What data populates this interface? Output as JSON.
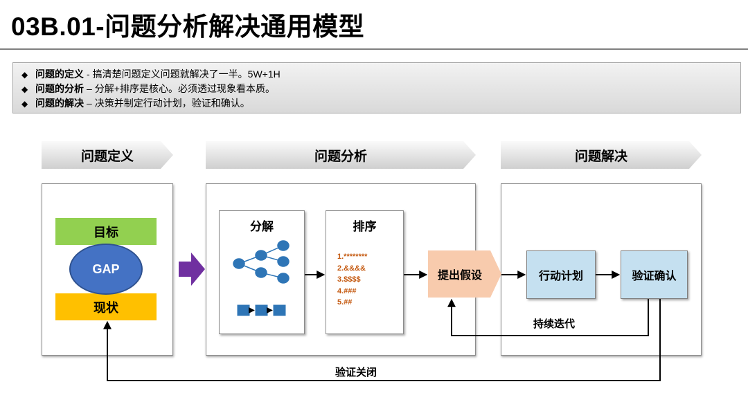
{
  "title": "03B.01-问题分析解决通用模型",
  "summary": [
    {
      "term": "问题的定义",
      "sep": "-",
      "text": "搞清楚问题定义问题就解决了一半。5W+1H"
    },
    {
      "term": "问题的分析",
      "sep": "–",
      "text": "分解+排序是核心。必须透过现象看本质。"
    },
    {
      "term": "问题的解决",
      "sep": "–",
      "text": "决策并制定行动计划，验证和确认。"
    }
  ],
  "bullet_glyph": "◆",
  "phases": [
    "问题定义",
    "问题分析",
    "问题解决"
  ],
  "definition": {
    "goal": "目标",
    "gap": "GAP",
    "current": "现状"
  },
  "analysis": {
    "decompose_title": "分解",
    "sort_title": "排序",
    "sort_steps": [
      "1.********",
      "2.&&&&",
      "3.$$$$",
      "4.###",
      "5.##"
    ]
  },
  "hypothesis": "提出假设",
  "action_plan": "行动计划",
  "verify": "验证确认",
  "loop_label": "持续迭代",
  "close_label": "验证关闭",
  "colors": {
    "goal": "#92d050",
    "gap": "#4472c4",
    "current": "#ffc000",
    "hypothesis": "#f8cbad",
    "action": "#c5e0f0",
    "transition_arrow": "#7030a0",
    "node": "#2e75b6",
    "steps_text": "#c55a11"
  }
}
